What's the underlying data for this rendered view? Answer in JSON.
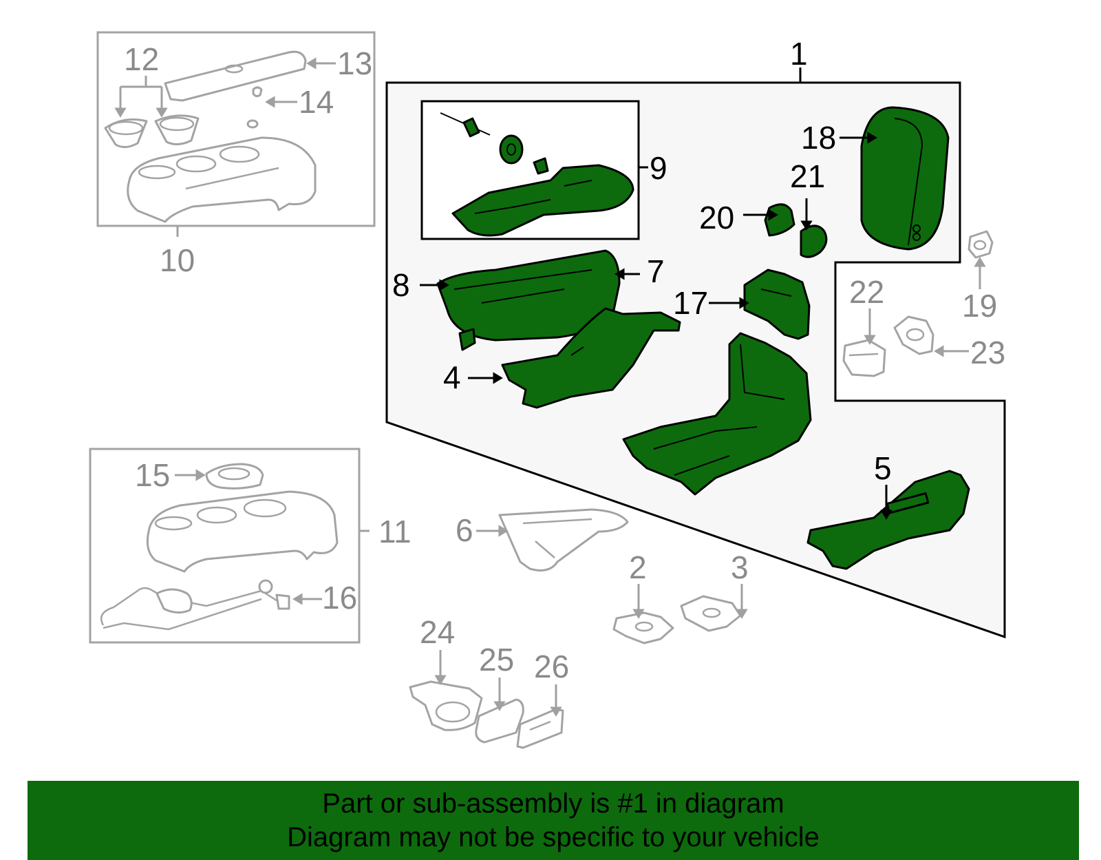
{
  "callouts": [
    {
      "num": "1",
      "status": "active"
    },
    {
      "num": "2",
      "status": "inactive"
    },
    {
      "num": "3",
      "status": "inactive"
    },
    {
      "num": "4",
      "status": "active"
    },
    {
      "num": "5",
      "status": "active"
    },
    {
      "num": "6",
      "status": "inactive"
    },
    {
      "num": "7",
      "status": "active"
    },
    {
      "num": "8",
      "status": "active"
    },
    {
      "num": "9",
      "status": "active"
    },
    {
      "num": "10",
      "status": "inactive"
    },
    {
      "num": "11",
      "status": "inactive"
    },
    {
      "num": "12",
      "status": "inactive"
    },
    {
      "num": "13",
      "status": "inactive"
    },
    {
      "num": "14",
      "status": "inactive"
    },
    {
      "num": "15",
      "status": "inactive"
    },
    {
      "num": "16",
      "status": "inactive"
    },
    {
      "num": "17",
      "status": "active"
    },
    {
      "num": "18",
      "status": "active"
    },
    {
      "num": "19",
      "status": "inactive"
    },
    {
      "num": "20",
      "status": "active"
    },
    {
      "num": "21",
      "status": "active"
    },
    {
      "num": "22",
      "status": "inactive"
    },
    {
      "num": "23",
      "status": "inactive"
    },
    {
      "num": "24",
      "status": "inactive"
    },
    {
      "num": "25",
      "status": "inactive"
    },
    {
      "num": "26",
      "status": "inactive"
    }
  ],
  "banner": {
    "line1": "Part or sub-assembly is #1 in diagram",
    "line2": "Diagram may not be specific to your vehicle"
  },
  "colors": {
    "highlight": "#0d6b0d",
    "inactive": "#a3a3a3",
    "assembly_fill": "#f7f7f7"
  }
}
